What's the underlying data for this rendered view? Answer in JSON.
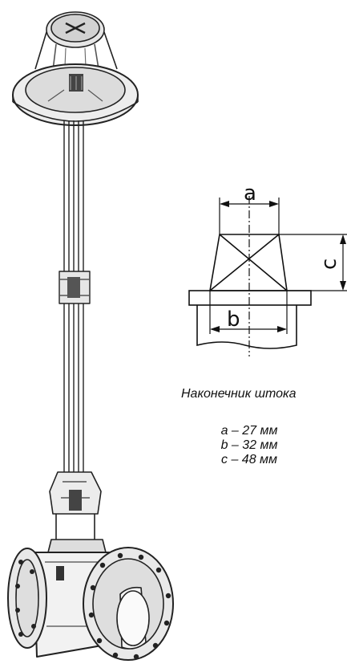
{
  "drawing": {
    "labels": {
      "a": "a",
      "b": "b",
      "c": "c"
    }
  },
  "caption": {
    "title": "Наконечник штока",
    "dims": [
      "a – 27 мм",
      "b – 32 мм",
      "c – 48 мм"
    ]
  }
}
